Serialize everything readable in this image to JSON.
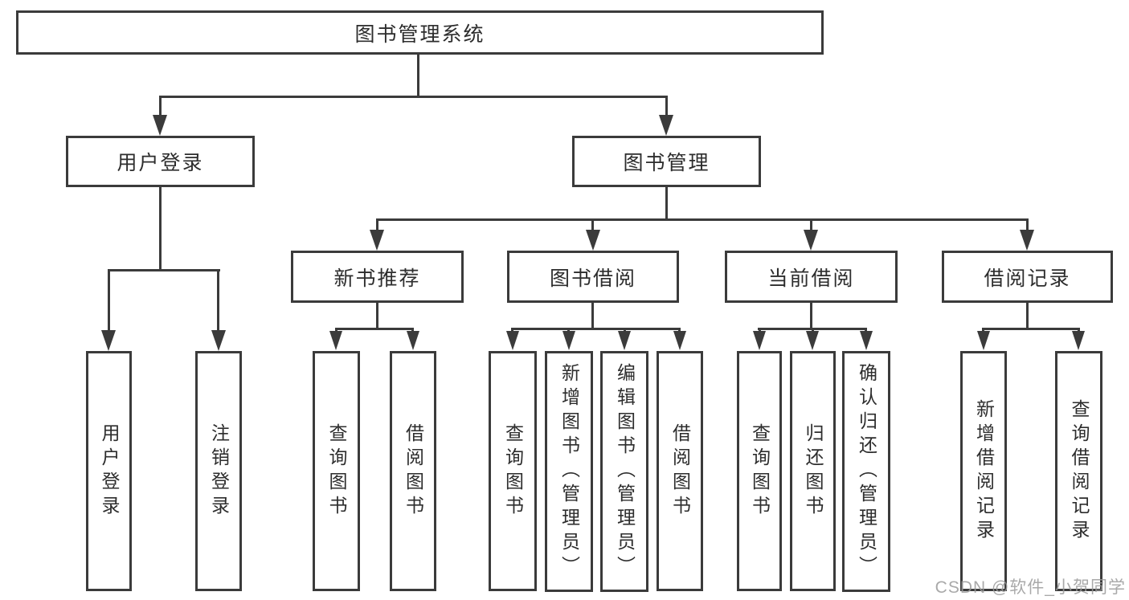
{
  "diagram": {
    "root": {
      "label": "图书管理系统"
    },
    "branches": [
      {
        "label": "用户登录",
        "children": [
          {
            "label": "用户登录"
          },
          {
            "label": "注销登录"
          }
        ]
      },
      {
        "label": "图书管理",
        "children": [
          {
            "label": "新书推荐",
            "children": [
              {
                "label": "查询图书"
              },
              {
                "label": "借阅图书"
              }
            ]
          },
          {
            "label": "图书借阅",
            "children": [
              {
                "label": "查询图书"
              },
              {
                "label": "新增图书（管理员）"
              },
              {
                "label": "编辑图书（管理员）"
              },
              {
                "label": "借阅图书"
              }
            ]
          },
          {
            "label": "当前借阅",
            "children": [
              {
                "label": "查询图书"
              },
              {
                "label": "归还图书"
              },
              {
                "label": "确认归还（管理员）"
              }
            ]
          },
          {
            "label": "借阅记录",
            "children": [
              {
                "label": "新增借阅记录"
              },
              {
                "label": "查询借阅记录"
              }
            ]
          }
        ]
      }
    ],
    "watermark": "CSDN @软件_小贺同学",
    "colors": {
      "line": "#3b3b3b",
      "text": "#2d2d2d",
      "box_background": "#ffffff",
      "watermark": "#9b9b9b"
    }
  }
}
